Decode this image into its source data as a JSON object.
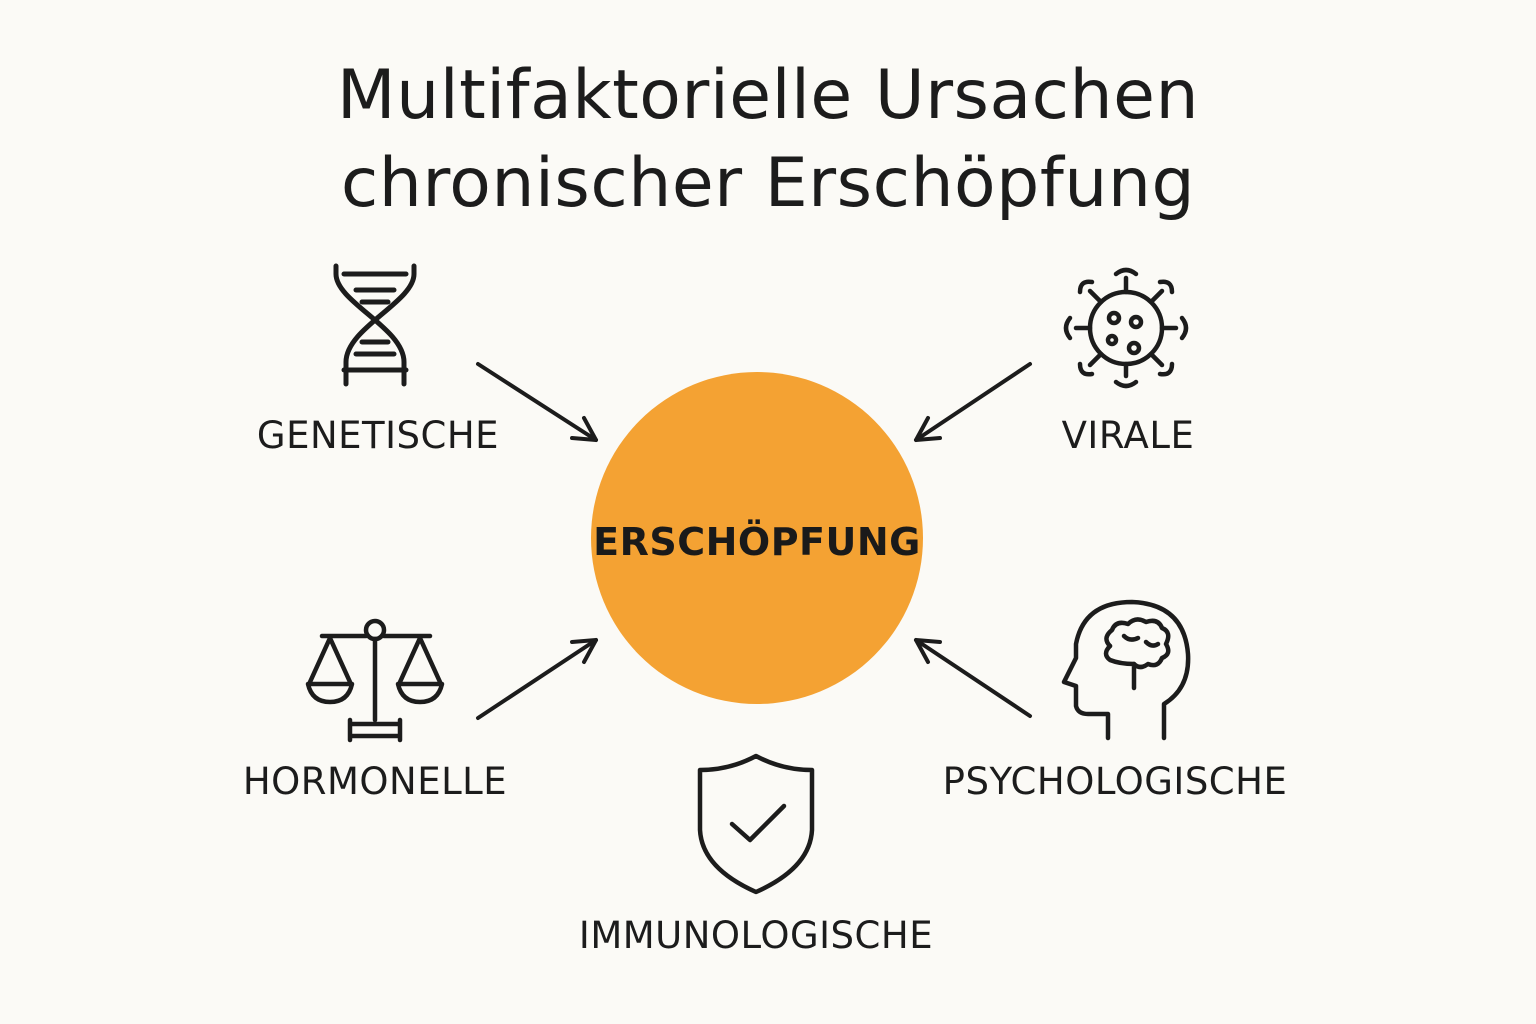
{
  "title": {
    "line1": "Multifaktorielle Ursachen",
    "line2": "chronischer Erschöpfung"
  },
  "center": {
    "label": "ERSCHÖPFUNG",
    "color": "#f4a233"
  },
  "factors": {
    "genetic": {
      "label": "GENETISCHE",
      "icon": "dna-icon"
    },
    "viral": {
      "label": "VIRALE",
      "icon": "virus-icon"
    },
    "hormonal": {
      "label": "HORMONELLE",
      "icon": "balance-scale-icon"
    },
    "psychological": {
      "label": "PSYCHOLOGISCHE",
      "icon": "head-brain-icon"
    },
    "immunological": {
      "label": "IMMUNOLOGISCHE",
      "icon": "shield-check-icon"
    }
  },
  "colors": {
    "background": "#fbfaf6",
    "ink": "#1c1c1c",
    "accent": "#f4a233"
  }
}
